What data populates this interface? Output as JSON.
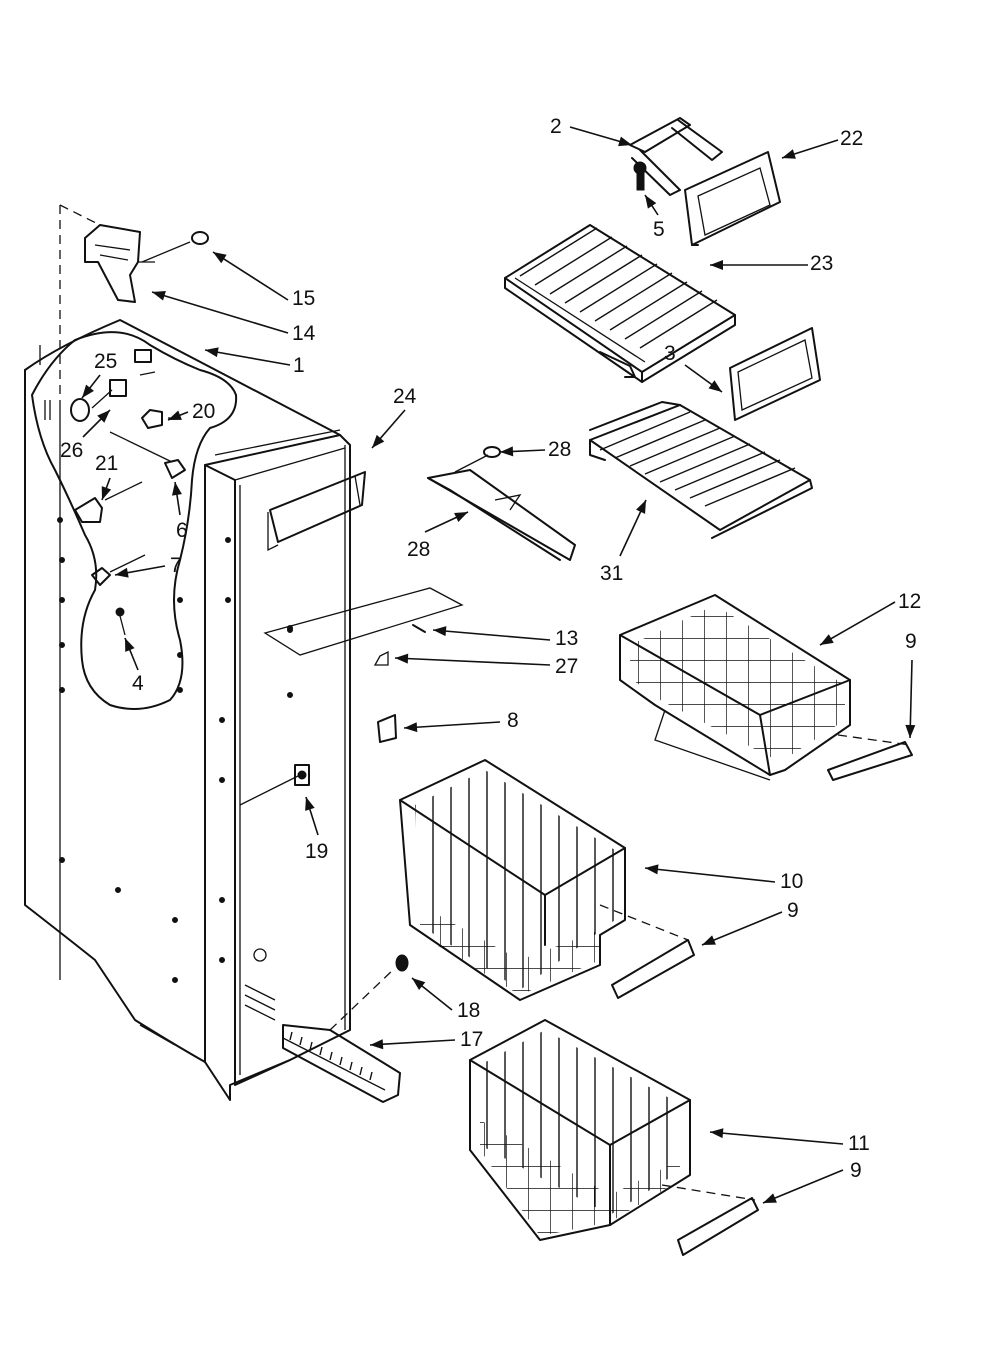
{
  "labels": [
    {
      "id": "callout-1",
      "text": "1"
    },
    {
      "id": "callout-2",
      "text": "2"
    },
    {
      "id": "callout-3",
      "text": "3"
    },
    {
      "id": "callout-4",
      "text": "4"
    },
    {
      "id": "callout-5",
      "text": "5"
    },
    {
      "id": "callout-6",
      "text": "6"
    },
    {
      "id": "callout-7",
      "text": "7"
    },
    {
      "id": "callout-8",
      "text": "8"
    },
    {
      "id": "callout-9a",
      "text": "9"
    },
    {
      "id": "callout-9b",
      "text": "9"
    },
    {
      "id": "callout-9c",
      "text": "9"
    },
    {
      "id": "callout-10",
      "text": "10"
    },
    {
      "id": "callout-11",
      "text": "11"
    },
    {
      "id": "callout-12",
      "text": "12"
    },
    {
      "id": "callout-13",
      "text": "13"
    },
    {
      "id": "callout-14",
      "text": "14"
    },
    {
      "id": "callout-15",
      "text": "15"
    },
    {
      "id": "callout-17",
      "text": "17"
    },
    {
      "id": "callout-18",
      "text": "18"
    },
    {
      "id": "callout-19",
      "text": "19"
    },
    {
      "id": "callout-20",
      "text": "20"
    },
    {
      "id": "callout-21",
      "text": "21"
    },
    {
      "id": "callout-22",
      "text": "22"
    },
    {
      "id": "callout-23",
      "text": "23"
    },
    {
      "id": "callout-24",
      "text": "24"
    },
    {
      "id": "callout-25",
      "text": "25"
    },
    {
      "id": "callout-26",
      "text": "26"
    },
    {
      "id": "callout-27",
      "text": "27"
    },
    {
      "id": "callout-28a",
      "text": "28"
    },
    {
      "id": "callout-28b",
      "text": "28"
    },
    {
      "id": "callout-31",
      "text": "31"
    }
  ]
}
